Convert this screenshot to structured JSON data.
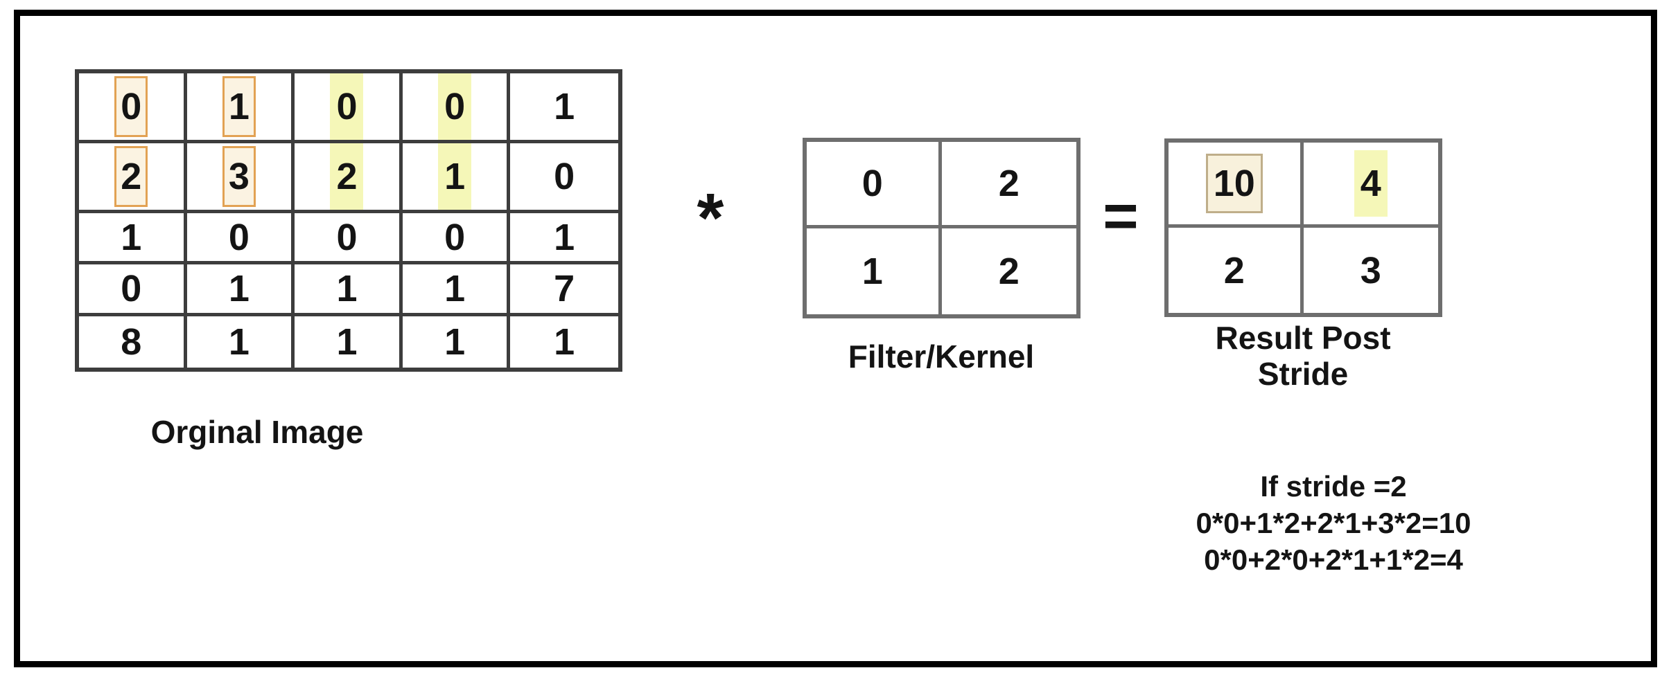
{
  "original": {
    "label": "Orginal Image",
    "matrix": {
      "rows": [
        [
          "0",
          "1",
          "0",
          "0",
          "1"
        ],
        [
          "2",
          "3",
          "2",
          "1",
          "0"
        ],
        [
          "1",
          "0",
          "0",
          "0",
          "1"
        ],
        [
          "0",
          "1",
          "1",
          "1",
          "7"
        ],
        [
          "8",
          "1",
          "1",
          "1",
          "1"
        ]
      ],
      "highlights": {
        "orange": [
          [
            0,
            0
          ],
          [
            0,
            1
          ],
          [
            1,
            0
          ],
          [
            1,
            1
          ]
        ],
        "yellow": [
          [
            0,
            2
          ],
          [
            0,
            3
          ],
          [
            1,
            2
          ],
          [
            1,
            3
          ]
        ]
      }
    }
  },
  "operators": {
    "convolution": "*",
    "equals": "="
  },
  "kernel": {
    "label": "Filter/Kernel",
    "matrix": {
      "rows": [
        [
          "0",
          "2"
        ],
        [
          "1",
          "2"
        ]
      ],
      "highlights": {}
    }
  },
  "result": {
    "label_line1": "Result Post",
    "label_line2": "Stride",
    "matrix": {
      "rows": [
        [
          "10",
          "4"
        ],
        [
          "2",
          "3"
        ]
      ],
      "highlights": {
        "tan": [
          [
            0,
            0
          ]
        ],
        "yellow": [
          [
            0,
            1
          ]
        ]
      }
    }
  },
  "notes": [
    "If stride =2",
    "0*0+1*2+2*1+3*2=10",
    "0*0+2*0+2*1+1*2=4"
  ],
  "colors": {
    "text": "#141414",
    "frame_border": "#000000",
    "grid_dark": "#3d3d3d",
    "grid_gray": "#6e6e6e",
    "orange_border": "#e2a254",
    "orange_fill": "#fbf3e2",
    "tan_border": "#bfae8a",
    "tan_fill": "#f8f1dc",
    "yellow_fill": "#f5f7b8"
  }
}
